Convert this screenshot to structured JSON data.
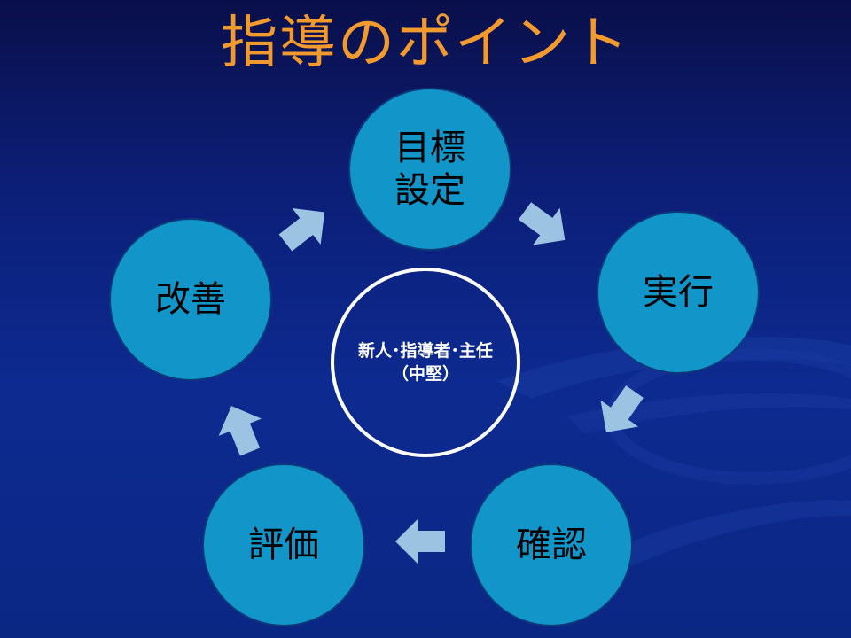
{
  "slide": {
    "title": "指導のポイント",
    "title_color": "#f39a2f"
  },
  "cycle": {
    "node_color": "#1295c9",
    "node_border": "#0a3a7a",
    "arrow_color": "#9cc4e2",
    "nodes": [
      {
        "label": "目標\n設定"
      },
      {
        "label": "実行"
      },
      {
        "label": "確認"
      },
      {
        "label": "評価"
      },
      {
        "label": "改善"
      }
    ],
    "center": {
      "line1": "新人･指導者･主任",
      "line2": "（中堅）"
    }
  },
  "background": {
    "top": "#0a0f4a",
    "bottom": "#0b2784",
    "swoosh": "#1e3ea6"
  }
}
